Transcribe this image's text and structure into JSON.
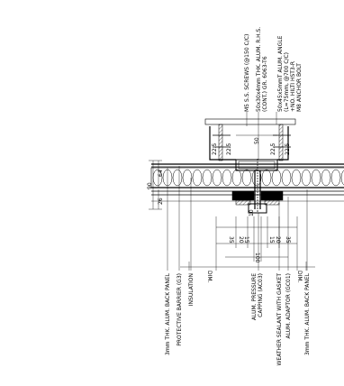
{
  "labels_top": {
    "screws": "M5 S.S. SCREWS (@150 C/C)",
    "rhs_line1": "50x30x4mm THK. ALUM. R.H.S.",
    "rhs_line2": "(CONT.) GR. 6063-T6",
    "angle_line1": "50x45x5mmT ALUM. ANGLE",
    "angle_line2": "(L=75mm, @700 C/C)",
    "angle_line3": "+NO. HILTI HST3-R",
    "angle_line4": "M8 ANCHOR BOLT"
  },
  "labels_bottom": {
    "back_panel_left": "3mm THK. ALUM. BACK PANEL",
    "barrier": "PROTECTIVE BARRIER (G3)",
    "insulation": "INSULATION",
    "capping_line1": "ALUM. PRESSURE",
    "capping_line2": "CAPPING (AC03)",
    "sealant": "WEATHER SEALANT WITH GASKET",
    "adaptor": "ALUM. ADAPTOR (GC01)",
    "back_panel_right": "3mm THK. ALUM. BACK PANEL"
  },
  "dimensions": {
    "d90": "90",
    "d64": "64",
    "d26": "26",
    "d50": "50",
    "d22_5_left": "22.5",
    "d22_5_left_b": "22.5",
    "d22_5_right": "22.5",
    "d22_5_right_b": "22.5",
    "d10": "10",
    "d35_left": "35",
    "d20_left": "20",
    "d15_left": "15",
    "d35_right": "35",
    "d20_right": "20",
    "d15_right": "15",
    "d100": "100",
    "dim_left": "DIM.",
    "dim_right": "DIM."
  }
}
